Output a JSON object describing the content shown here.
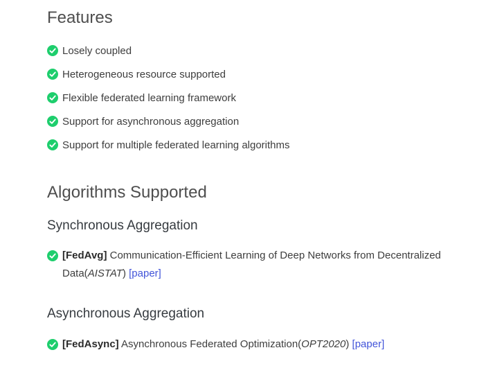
{
  "colors": {
    "check_green": "#1ece6d",
    "link_blue": "#4254d9",
    "heading_gray": "#4e4e4e",
    "text_dark": "#3d3d3d"
  },
  "icons": {
    "check": "check-circle-icon"
  },
  "features": {
    "heading": "Features",
    "items": [
      "Losely coupled",
      "Heterogeneous resource supported",
      "Flexible federated learning framework",
      "Support for asynchronous aggregation",
      "Support for multiple federated learning algorithms"
    ]
  },
  "algorithms": {
    "heading": "Algorithms Supported",
    "sections": [
      {
        "heading": "Synchronous Aggregation",
        "items": [
          {
            "tag": "[FedAvg]",
            "text": " Communication-Efficient Learning of Deep Networks from Decentralized Data(",
            "venue": "AISTAT",
            "after": ") ",
            "link_label": "[paper]"
          }
        ]
      },
      {
        "heading": "Asynchronous Aggregation",
        "items": [
          {
            "tag": "[FedAsync]",
            "text": " Asynchronous Federated Optimization(",
            "venue": "OPT2020",
            "after": ") ",
            "link_label": "[paper]"
          }
        ]
      }
    ]
  }
}
